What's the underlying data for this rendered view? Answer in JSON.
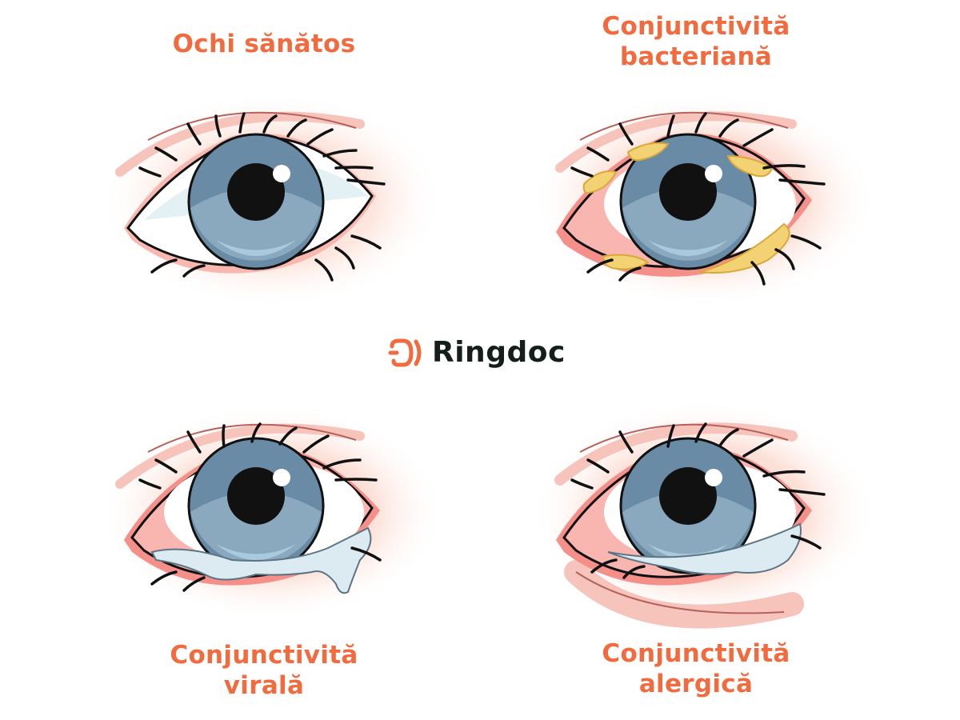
{
  "title_panels": [
    {
      "id": "healthy",
      "title_lines": [
        "Ochi sănătos"
      ]
    },
    {
      "id": "bacterial",
      "title_lines": [
        "Conjunctivită",
        "bacteriană"
      ]
    },
    {
      "id": "viral",
      "title_lines": [
        "Conjunctivită",
        "virală"
      ]
    },
    {
      "id": "allergic",
      "title_lines": [
        "Conjunctivită",
        "alergică"
      ]
    }
  ],
  "brand": {
    "name": "Ringdoc",
    "icon": "ringdoc-logo-icon"
  },
  "colors": {
    "accent": "#f26b3f",
    "brand_text": "#141e1b",
    "iris": "#6d8ea8",
    "iris_light": "#8eacc1",
    "sclera": "#ffffff",
    "redness": "#f7a9a6",
    "pus": "#f3d274",
    "tears": "#dcebf2",
    "skin_glow": "#fde7df"
  }
}
